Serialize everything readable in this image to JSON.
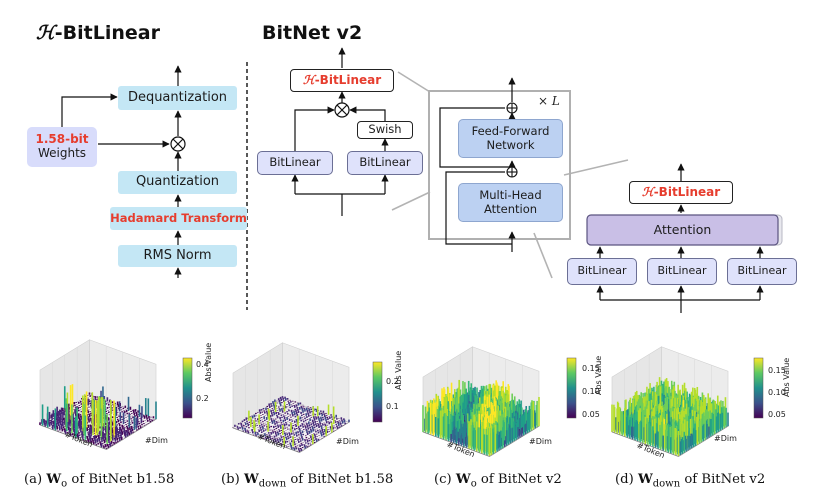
{
  "left_panel": {
    "title_symbol": "ℋ",
    "title_suffix": "-BitLinear",
    "weights_highlight": "1.58-bit",
    "weights_label": "Weights",
    "dequantization": "Dequantization",
    "quantization": "Quantization",
    "hadamard": "Hadamard Transform",
    "rms_norm": "RMS Norm"
  },
  "bitnet": {
    "title": "BitNet v2",
    "hbit_symbol": "ℋ",
    "hbit_suffix": "-BitLinear",
    "swish": "Swish",
    "bitlinear": "BitLinear"
  },
  "block": {
    "times_l": "× L",
    "ffn": "Feed-Forward Network",
    "mha": "Multi-Head Attention"
  },
  "attention": {
    "hbit_symbol": "ℋ",
    "hbit_suffix": "-BitLinear",
    "label": "Attention",
    "bitlinear": "BitLinear"
  },
  "plots": [
    {
      "ticks": [
        "0.4",
        "0.2"
      ],
      "colorbar_label": "Abs Value",
      "token_axis": "#Token",
      "dim_axis": "#Dim"
    },
    {
      "ticks": [
        "0.2",
        "0.1"
      ],
      "colorbar_label": "Abs Value",
      "token_axis": "#Token",
      "dim_axis": "#Dim"
    },
    {
      "ticks": [
        "0.15",
        "0.10",
        "0.05"
      ],
      "colorbar_label": "Abs Value",
      "token_axis": "#Token",
      "dim_axis": "#Dim"
    },
    {
      "ticks": [
        "0.15",
        "0.10",
        "0.05"
      ],
      "colorbar_label": "Abs Value",
      "token_axis": "#Token",
      "dim_axis": "#Dim"
    }
  ],
  "captions": [
    {
      "prefix": "(a) ",
      "symbol": "W",
      "subscript": "o",
      "suffix": " of BitNet b1.58"
    },
    {
      "prefix": "(b) ",
      "symbol": "W",
      "subscript": "down",
      "suffix": " of BitNet b1.58"
    },
    {
      "prefix": "(c) ",
      "symbol": "W",
      "subscript": "o",
      "suffix": " of BitNet v2"
    },
    {
      "prefix": "(d) ",
      "symbol": "W",
      "subscript": "down",
      "suffix": " of BitNet v2"
    }
  ],
  "colors": {
    "accent_red": "#e63d2e",
    "cyan_box": "#c4e7f5",
    "lavender_box": "#dfe2fb",
    "blue_box": "#bcd1f2",
    "attention_box": "#c9bfe6",
    "viridis_low": "#440154",
    "viridis_high": "#fde725"
  }
}
